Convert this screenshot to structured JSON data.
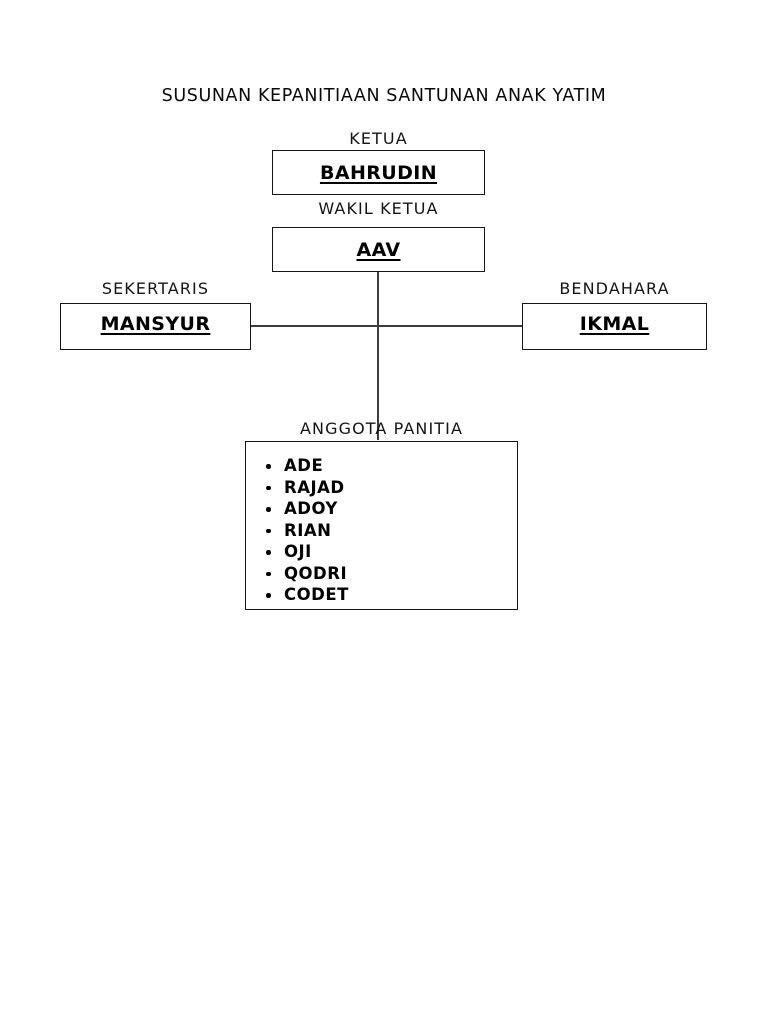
{
  "document": {
    "title": "SUSUNAN KEPANITIAAN SANTUNAN ANAK YATIM",
    "background_color": "#ffffff",
    "line_color": "#3d3d3d",
    "border_color": "#161616",
    "text_color": "#000000"
  },
  "chart_data": {
    "type": "diagram",
    "diagram_kind": "organizational-chart",
    "title": "SUSUNAN KEPANITIAAN SANTUNAN ANAK YATIM",
    "nodes": [
      {
        "id": "ketua",
        "role": "KETUA",
        "name": "BAHRUDIN",
        "level": 0
      },
      {
        "id": "wakil",
        "role": "WAKIL KETUA",
        "name": "AAV",
        "level": 1
      },
      {
        "id": "sekertaris",
        "role": "SEKERTARIS",
        "name": "MANSYUR",
        "level": 2
      },
      {
        "id": "bendahara",
        "role": "BENDAHARA",
        "name": "IKMAL",
        "level": 2
      },
      {
        "id": "anggota",
        "role": "ANGGOTA PANITIA",
        "name": "",
        "level": 3
      }
    ],
    "edges": [
      {
        "from": "wakil",
        "to": "sekertaris"
      },
      {
        "from": "wakil",
        "to": "bendahara"
      },
      {
        "from": "wakil",
        "to": "anggota"
      }
    ],
    "members": [
      "ADE",
      "RAJAD",
      "ADOY",
      "RIAN",
      "OJI",
      "QODRI",
      "CODET"
    ],
    "member_count": 7
  },
  "nodes": {
    "ketua": {
      "caption": "KETUA",
      "name": "BAHRUDIN"
    },
    "wakil": {
      "caption": "WAKIL KETUA",
      "name": "AAV"
    },
    "sekertaris": {
      "caption": "SEKERTARIS",
      "name": "MANSYUR"
    },
    "bendahara": {
      "caption": "BENDAHARA",
      "name": "IKMAL"
    },
    "anggota": {
      "caption": "ANGGOTA PANITIA"
    }
  },
  "members": [
    {
      "name": "ADE"
    },
    {
      "name": "RAJAD"
    },
    {
      "name": "ADOY"
    },
    {
      "name": "RIAN"
    },
    {
      "name": "OJI"
    },
    {
      "name": "QODRI"
    },
    {
      "name": "CODET"
    }
  ]
}
